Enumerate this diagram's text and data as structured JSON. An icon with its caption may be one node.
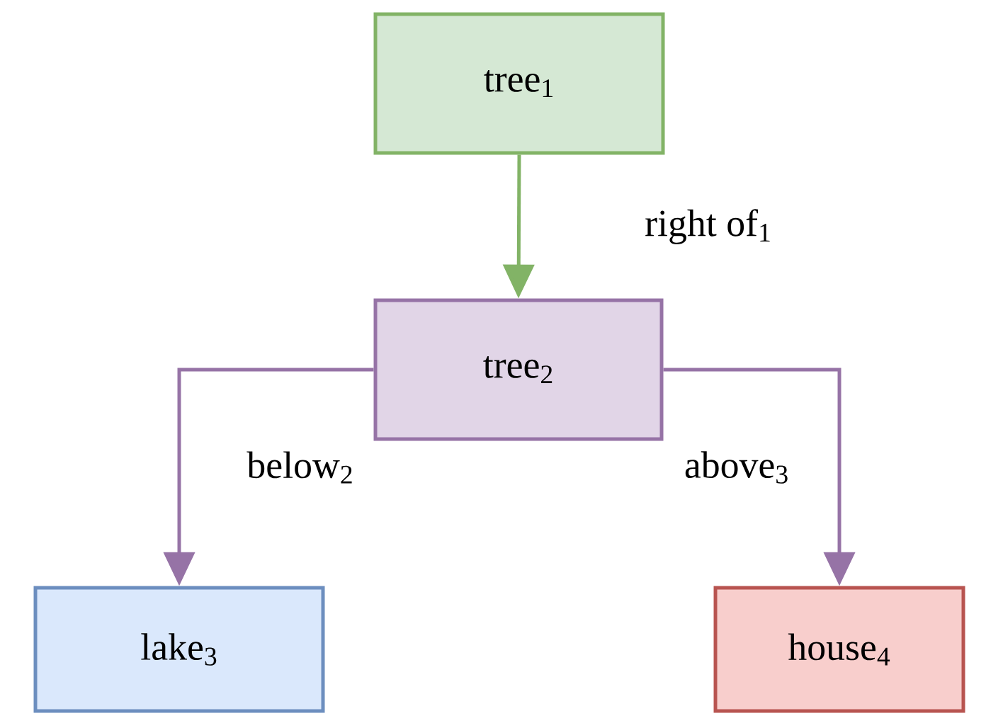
{
  "diagram": {
    "nodes": [
      {
        "text": [
          "tree$_{1}$"
        ]
      },
      {
        "text": [
          "tree$_{2}$"
        ]
      },
      {
        "text": [
          "lake$_{3}$"
        ]
      },
      {
        "text": [
          "house$_{4}$"
        ]
      }
    ],
    "edges": [
      {
        "from": 0,
        "to": 1,
        "arrow": "to",
        "label": "right of$_{1}$",
        "color": "#82b366"
      },
      {
        "from": 1,
        "to": 2,
        "arrow": "to",
        "label": "below$_{2}$"
      },
      {
        "from": 1,
        "to": 3,
        "arrow": "to",
        "label": "above$_{3}$"
      }
    ]
  }
}
